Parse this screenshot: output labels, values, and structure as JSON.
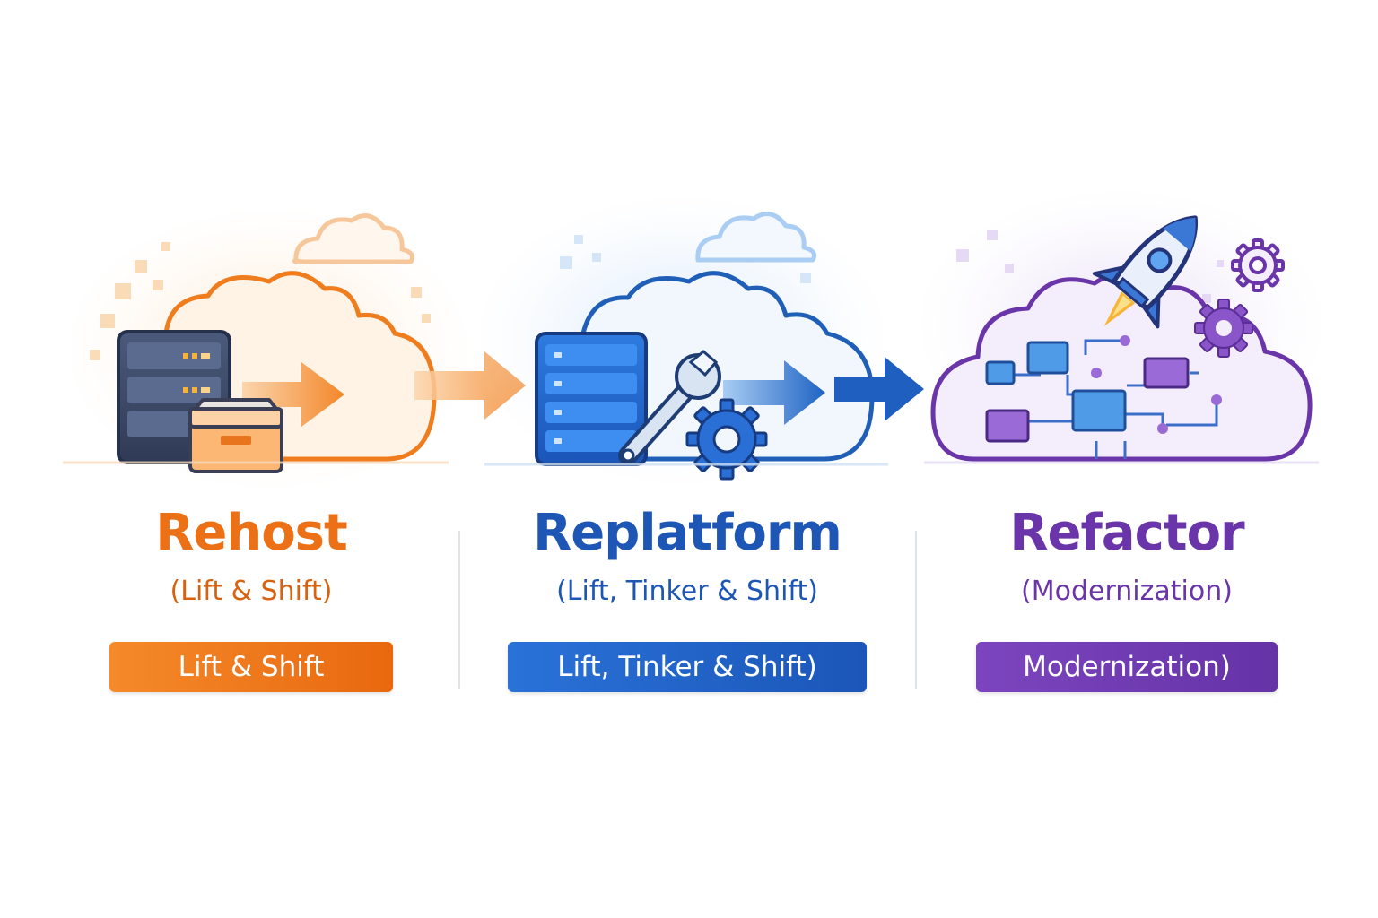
{
  "colors": {
    "rehost": "#ec7016",
    "rehost_sub": "#d8620f",
    "replatform": "#1d56b5",
    "replatform_sub": "#1d56b5",
    "refactor": "#6a35a8",
    "refactor_sub": "#6a35a8"
  },
  "icons": {
    "rehost": [
      "cloud-icon",
      "server-rack-icon",
      "archive-box-icon",
      "arrow-right-icon"
    ],
    "replatform": [
      "cloud-icon",
      "server-rack-icon",
      "wrench-icon",
      "gear-icon",
      "arrow-right-icon"
    ],
    "refactor": [
      "cloud-icon",
      "rocket-icon",
      "gear-icon",
      "microservice-network-icon"
    ]
  },
  "strategies": [
    {
      "title": "Rehost",
      "subtitle": "(Lift & Shift)",
      "pill": "Lift & Shift"
    },
    {
      "title": "Replatform",
      "subtitle": "(Lift, Tinker & Shift)",
      "pill": "Lift, Tinker & Shift)"
    },
    {
      "title": "Refactor",
      "subtitle": "(Modernization)",
      "pill": "Modernization)"
    }
  ]
}
